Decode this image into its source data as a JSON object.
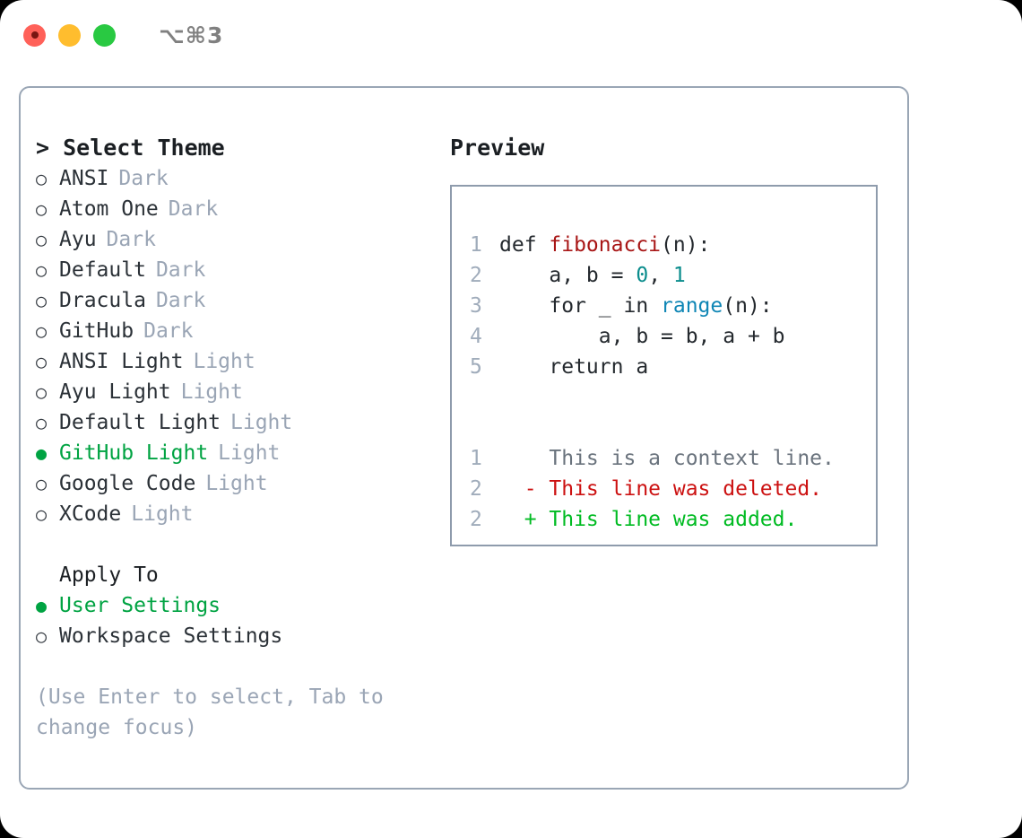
{
  "titlebar": {
    "shortcut": "⌥⌘3",
    "buttons": [
      {
        "name": "close",
        "color": "#ff6159"
      },
      {
        "name": "minimize",
        "color": "#ffbd2e"
      },
      {
        "name": "maximize",
        "color": "#29c942"
      }
    ]
  },
  "theme_picker": {
    "heading": "> Select Theme",
    "cursor_marker": ">",
    "marker_unselected": "○",
    "marker_selected": "●",
    "options": [
      {
        "name": "ANSI",
        "tag": "Dark",
        "selected": false
      },
      {
        "name": "Atom One",
        "tag": "Dark",
        "selected": false
      },
      {
        "name": "Ayu",
        "tag": "Dark",
        "selected": false
      },
      {
        "name": "Default",
        "tag": "Dark",
        "selected": false
      },
      {
        "name": "Dracula",
        "tag": "Dark",
        "selected": false
      },
      {
        "name": "GitHub",
        "tag": "Dark",
        "selected": false
      },
      {
        "name": "ANSI Light",
        "tag": "Light",
        "selected": false
      },
      {
        "name": "Ayu Light",
        "tag": "Light",
        "selected": false
      },
      {
        "name": "Default Light",
        "tag": "Light",
        "selected": false
      },
      {
        "name": "GitHub Light",
        "tag": "Light",
        "selected": true
      },
      {
        "name": "Google Code",
        "tag": "Light",
        "selected": false
      },
      {
        "name": "XCode",
        "tag": "Light",
        "selected": false
      }
    ]
  },
  "apply_to": {
    "heading": "Apply To",
    "options": [
      {
        "name": "User Settings",
        "selected": true
      },
      {
        "name": "Workspace Settings",
        "selected": false
      }
    ]
  },
  "hint": "(Use Enter to select, Tab to change focus)",
  "preview": {
    "label": "Preview",
    "code_lines": [
      {
        "number": "1",
        "spans": [
          {
            "text": "def ",
            "type": "plain"
          },
          {
            "text": "fibonacci",
            "type": "fn"
          },
          {
            "text": "(n):",
            "type": "plain"
          }
        ]
      },
      {
        "number": "2",
        "spans": [
          {
            "text": "    a, b = ",
            "type": "plain"
          },
          {
            "text": "0",
            "type": "num"
          },
          {
            "text": ", ",
            "type": "plain"
          },
          {
            "text": "1",
            "type": "num"
          }
        ]
      },
      {
        "number": "3",
        "spans": [
          {
            "text": "    for _ in ",
            "type": "plain"
          },
          {
            "text": "range",
            "type": "call"
          },
          {
            "text": "(n):",
            "type": "plain"
          }
        ]
      },
      {
        "number": "4",
        "spans": [
          {
            "text": "        a, b = b, a + b",
            "type": "plain"
          }
        ]
      },
      {
        "number": "5",
        "spans": [
          {
            "text": "    return a",
            "type": "plain"
          }
        ]
      }
    ],
    "diff_lines": [
      {
        "number": "1",
        "prefix": "  ",
        "text": "This is a context line.",
        "kind": "ctx"
      },
      {
        "number": "2",
        "prefix": "- ",
        "text": "This line was deleted.",
        "kind": "del"
      },
      {
        "number": "2",
        "prefix": "+ ",
        "text": "This line was added.",
        "kind": "add"
      }
    ]
  },
  "colors": {
    "accent_green": "#00a342",
    "muted": "#9aa5b5",
    "border": "#9aa6b5",
    "syntax_function": "#a81616",
    "syntax_number": "#0b8d8d",
    "syntax_call": "#0f86b5",
    "diff_delete": "#cc1111",
    "diff_add": "#00bb22",
    "diff_context": "#6a737d"
  }
}
